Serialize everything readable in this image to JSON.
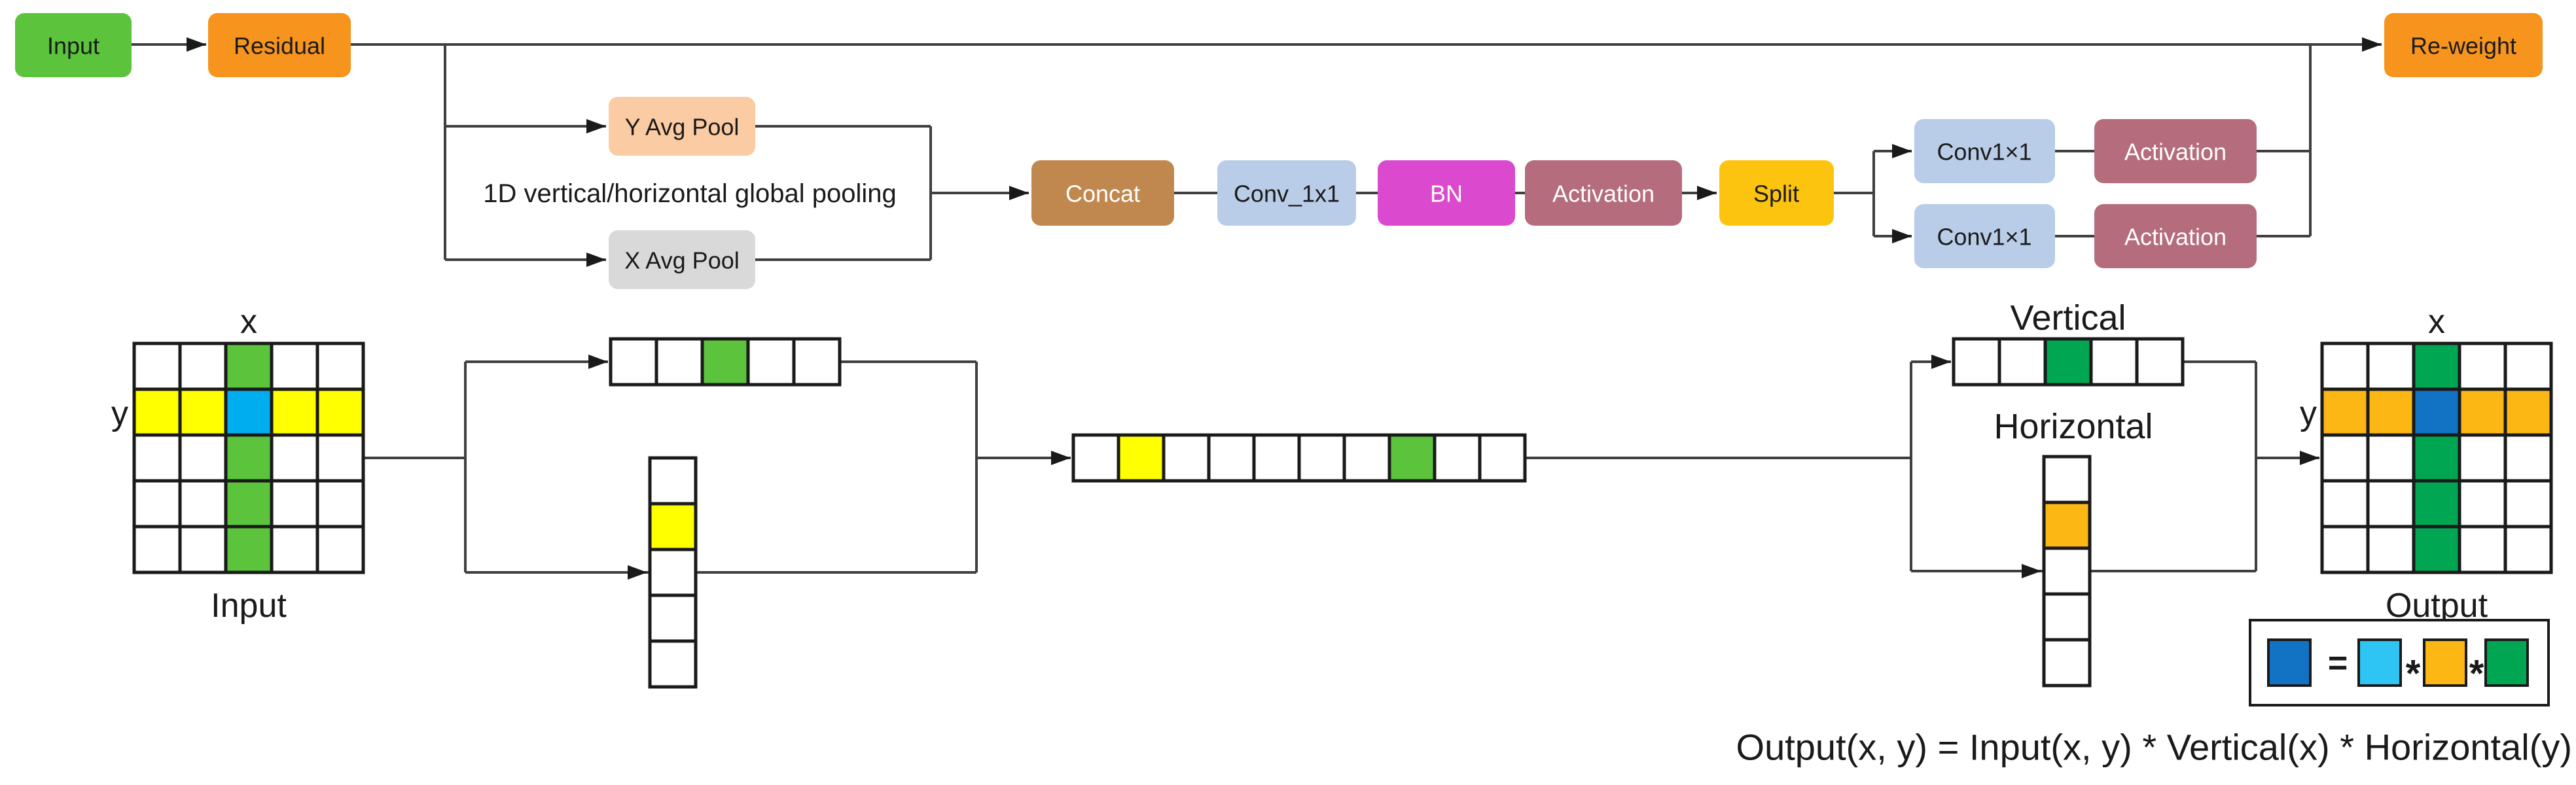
{
  "colors": {
    "ink": "#1a1a1a",
    "line": "#3f3f3f",
    "input_green": "#5cc43c",
    "residual_orange": "#f7941d",
    "reweight_orange": "#f7941d",
    "y_avg_pool_peach": "#fbcba3",
    "x_avg_pool_gray": "#d9d9d9",
    "concat_tan": "#c0884e",
    "conv_light_blue": "#b9cde8",
    "bn_magenta": "#da49ce",
    "activation_mauve": "#b56c7c",
    "split_gold": "#fdc40f",
    "grid_yellow": "#ffff00",
    "grid_green": "#5cc43c",
    "grid_cyan": "#00aeef",
    "weight_green": "#00a651",
    "weight_amber": "#fdb714",
    "output_blue": "#1272c4",
    "legend_cyan": "#2ec4f3"
  },
  "nodes": {
    "input": "Input",
    "residual": "Residual",
    "y_avg_pool": "Y Avg Pool",
    "x_avg_pool": "X Avg Pool",
    "pooling_note": "1D vertical/horizontal global pooling",
    "concat": "Concat",
    "conv_1x1": "Conv_1x1",
    "bn": "BN",
    "activation": "Activation",
    "split": "Split",
    "conv1x1": "Conv1×1",
    "reweight": "Re-weight"
  },
  "labels": {
    "x": "x",
    "y": "y",
    "input": "Input",
    "output": "Output",
    "vertical": "Vertical",
    "horizontal": "Horizontal",
    "equals": "=",
    "times": "*",
    "formula": "Output(x, y) = Input(x, y) * Vertical(x) * Horizontal(y)"
  },
  "grids": {
    "input_grid": {
      "rows": 5,
      "cols": 5,
      "cells": [
        {
          "r": 0,
          "c": 2,
          "color": "grid_green"
        },
        {
          "r": 1,
          "c": 0,
          "color": "grid_yellow"
        },
        {
          "r": 1,
          "c": 1,
          "color": "grid_yellow"
        },
        {
          "r": 1,
          "c": 2,
          "color": "grid_cyan"
        },
        {
          "r": 1,
          "c": 3,
          "color": "grid_yellow"
        },
        {
          "r": 1,
          "c": 4,
          "color": "grid_yellow"
        },
        {
          "r": 2,
          "c": 2,
          "color": "grid_green"
        },
        {
          "r": 3,
          "c": 2,
          "color": "grid_green"
        },
        {
          "r": 4,
          "c": 2,
          "color": "grid_green"
        }
      ]
    },
    "pooled_row": {
      "rows": 1,
      "cols": 5,
      "cells": [
        {
          "r": 0,
          "c": 2,
          "color": "grid_green"
        }
      ]
    },
    "pooled_col": {
      "rows": 5,
      "cols": 1,
      "cells": [
        {
          "r": 1,
          "c": 0,
          "color": "grid_yellow"
        }
      ]
    },
    "concat_row": {
      "rows": 1,
      "cols": 10,
      "cells": [
        {
          "r": 0,
          "c": 1,
          "color": "grid_yellow"
        },
        {
          "r": 0,
          "c": 7,
          "color": "grid_green"
        }
      ]
    },
    "vertical_row": {
      "rows": 1,
      "cols": 5,
      "cells": [
        {
          "r": 0,
          "c": 2,
          "color": "weight_green"
        }
      ]
    },
    "horizontal_col": {
      "rows": 5,
      "cols": 1,
      "cells": [
        {
          "r": 1,
          "c": 0,
          "color": "weight_amber"
        }
      ]
    },
    "output_grid": {
      "rows": 5,
      "cols": 5,
      "cells": [
        {
          "r": 0,
          "c": 2,
          "color": "weight_green"
        },
        {
          "r": 1,
          "c": 0,
          "color": "weight_amber"
        },
        {
          "r": 1,
          "c": 1,
          "color": "weight_amber"
        },
        {
          "r": 1,
          "c": 2,
          "color": "output_blue"
        },
        {
          "r": 1,
          "c": 3,
          "color": "weight_amber"
        },
        {
          "r": 1,
          "c": 4,
          "color": "weight_amber"
        },
        {
          "r": 2,
          "c": 2,
          "color": "weight_green"
        },
        {
          "r": 3,
          "c": 2,
          "color": "weight_green"
        },
        {
          "r": 4,
          "c": 2,
          "color": "weight_green"
        }
      ]
    }
  }
}
